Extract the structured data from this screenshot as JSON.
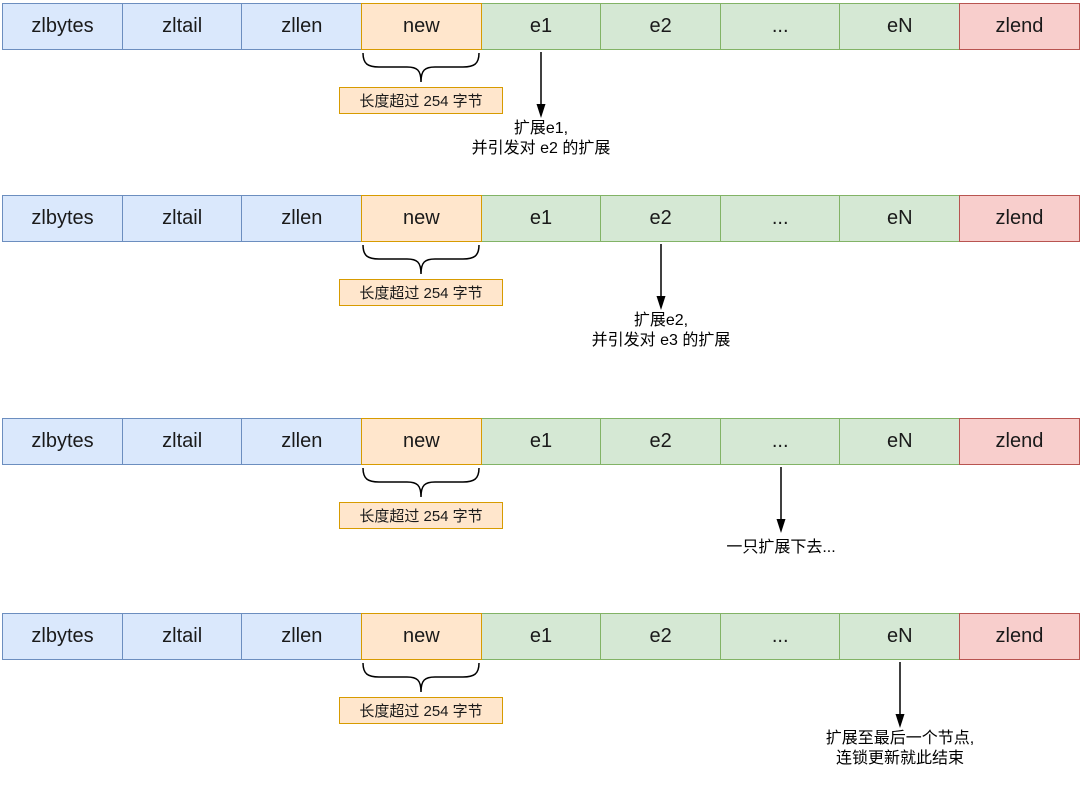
{
  "diagram": {
    "cell_labels": [
      "zlbytes",
      "zltail",
      "zllen",
      "new",
      "e1",
      "e2",
      "...",
      "eN",
      "zlend"
    ],
    "callout_label": "长度超过 254 字节",
    "sections": [
      {
        "arrow_target": "e1",
        "annotation_line1": "扩展e1,",
        "annotation_line2": "并引发对 e2 的扩展"
      },
      {
        "arrow_target": "e2",
        "annotation_line1": "扩展e2,",
        "annotation_line2": "并引发对 e3 的扩展"
      },
      {
        "arrow_target": "...",
        "annotation_line1": "一只扩展下去...",
        "annotation_line2": ""
      },
      {
        "arrow_target": "eN",
        "annotation_line1": "扩展至最后一个节点,",
        "annotation_line2": "连锁更新就此结束"
      }
    ],
    "colors": {
      "header_fill": "#dae8fc",
      "header_stroke": "#6c8ebf",
      "new_fill": "#ffe6cc",
      "new_stroke": "#d79b00",
      "entry_fill": "#d5e8d4",
      "entry_stroke": "#82b366",
      "end_fill": "#f8cecc",
      "end_stroke": "#b85450",
      "arrow": "#000000",
      "text": "#1a1a1a"
    }
  }
}
